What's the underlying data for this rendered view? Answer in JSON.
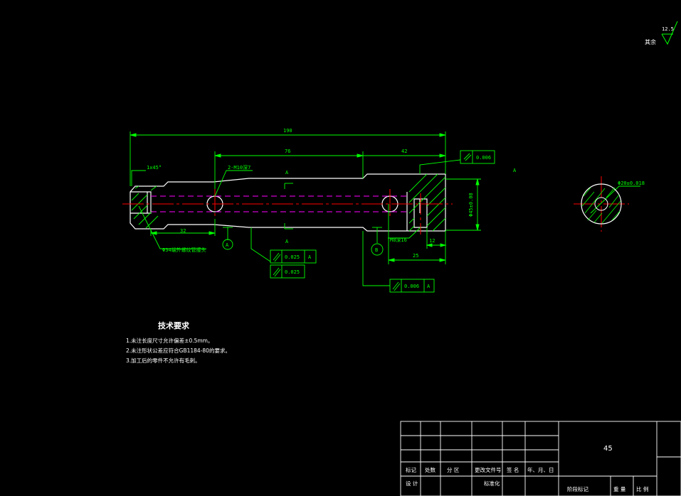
{
  "colors": {
    "background": "#000000",
    "outline": "#ffffff",
    "dimension": "#00ff00",
    "center_line": "#ff0000",
    "hidden_line": "#ff00ff",
    "text": "#ffffff"
  },
  "roughness": {
    "value": "12.5",
    "label": "其余"
  },
  "dimensions": {
    "total_length": "190",
    "length_76": "76",
    "length_42": "42",
    "length_32": "32",
    "length_25": "25",
    "length_12": "12",
    "diameter_right": "Φ45±0.08",
    "chamfer": "1x45°",
    "holes": "2-M10深7",
    "thread": "M8深16",
    "external_thread": "Φ34端外螺纹管接头",
    "section_dia": "Φ20±0.018"
  },
  "section_labels": {
    "cut_a_top": "A",
    "cut_a_bottom": "A",
    "datum_a": "A",
    "datum_b": "B",
    "section_view": "A"
  },
  "tolerances": {
    "flatness_top": "0.006",
    "position_value": "0.025",
    "position_datum": "A",
    "perp_value": "0.025",
    "runout_value": "0.006",
    "runout_datum": "A"
  },
  "technical_requirements": {
    "title": "技术要求",
    "items": [
      "1.未注长度尺寸允许偏差±0.5mm。",
      "2.未注形状公差应符合GB1184-80的要求。",
      "3.加工后的零件不允许有毛刺。"
    ]
  },
  "title_block": {
    "material": "45",
    "headers": [
      "标记",
      "处数",
      "分 区",
      "更改文件号",
      "签 名",
      "年、月、日"
    ],
    "design_label": "设 计",
    "standard_label": "标准化",
    "stage_label": "阶段标记",
    "weight_label": "重 量",
    "scale_label": "比 例"
  }
}
